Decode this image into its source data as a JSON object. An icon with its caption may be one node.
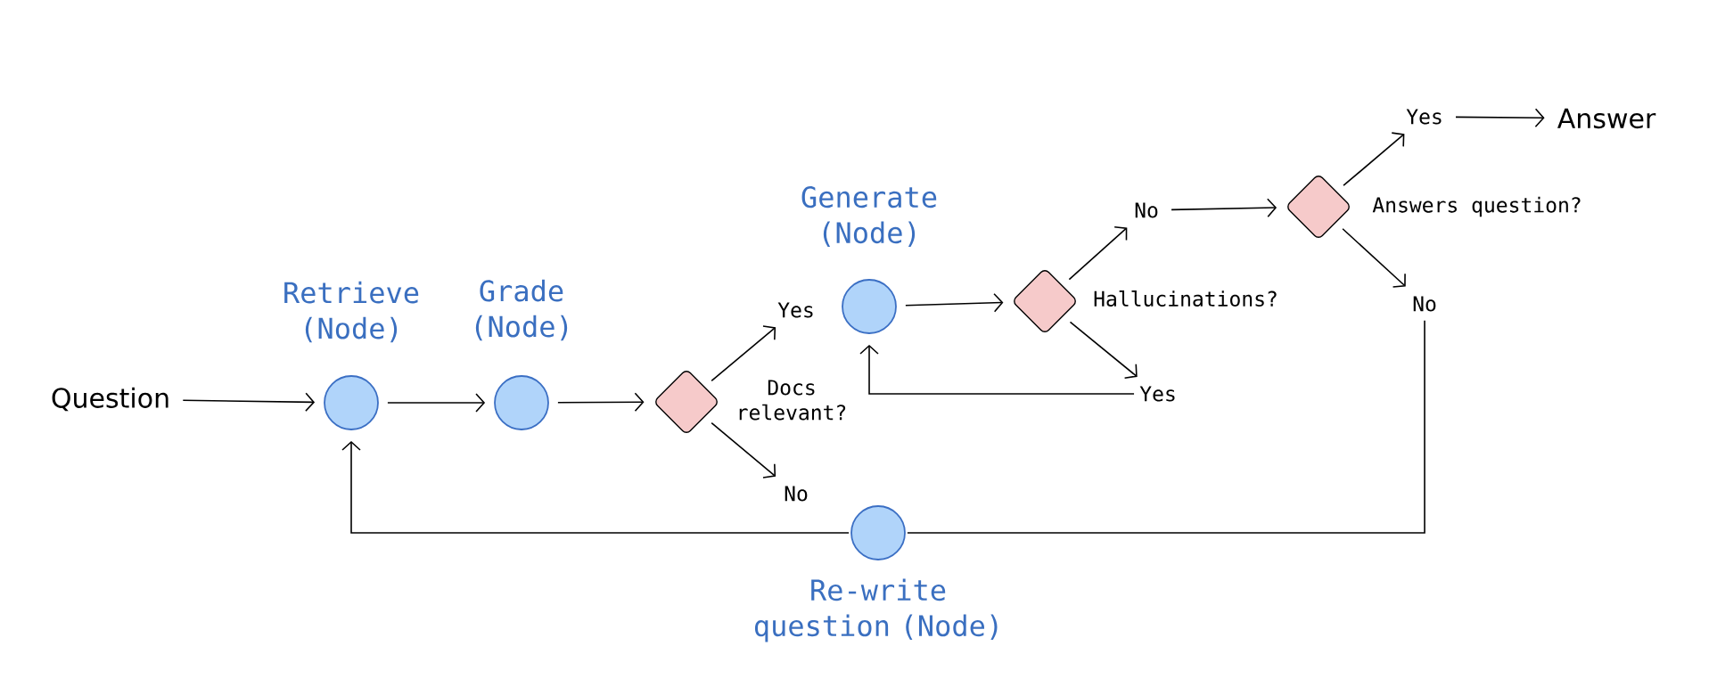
{
  "diagram": {
    "nodes": [
      {
        "text": [
          "Question"
        ]
      },
      {
        "text": [
          "Retrieve (Node)"
        ]
      },
      {
        "text": [
          "Grade (Node)"
        ]
      },
      {
        "text": [
          "Docs relevant?"
        ]
      },
      {
        "text": [
          "Yes"
        ]
      },
      {
        "text": [
          "No"
        ]
      },
      {
        "text": [
          "Generate (Node)"
        ]
      },
      {
        "text": [
          "Hallucinations?"
        ]
      },
      {
        "text": [
          "No"
        ]
      },
      {
        "text": [
          "Yes"
        ]
      },
      {
        "text": [
          "Answers question?"
        ]
      },
      {
        "text": [
          "Yes"
        ]
      },
      {
        "text": [
          "Answer"
        ]
      },
      {
        "text": [
          "No"
        ]
      },
      {
        "text": [
          "Re-write question (Node)"
        ]
      }
    ],
    "edges": [
      {
        "from": 0,
        "to": 1,
        "arrow": "to"
      },
      {
        "from": 1,
        "to": 2,
        "arrow": "to"
      },
      {
        "from": 2,
        "to": 3,
        "arrow": "to"
      },
      {
        "from": 3,
        "to": 4,
        "arrow": "to"
      },
      {
        "from": 3,
        "to": 5,
        "arrow": "to"
      },
      {
        "from": 6,
        "to": 7,
        "arrow": "to"
      },
      {
        "from": 7,
        "to": 8,
        "arrow": "to"
      },
      {
        "from": 7,
        "to": 9,
        "arrow": "to"
      },
      {
        "from": 9,
        "to": 6,
        "arrow": "to"
      },
      {
        "from": 8,
        "to": 10,
        "arrow": "to"
      },
      {
        "from": 10,
        "to": 11,
        "arrow": "to"
      },
      {
        "from": 10,
        "to": 13,
        "arrow": "to"
      },
      {
        "from": 11,
        "to": 12,
        "arrow": "to"
      },
      {
        "from": 13,
        "to": 14,
        "arrow": "none"
      },
      {
        "from": 14,
        "to": 1,
        "arrow": "to"
      }
    ]
  }
}
